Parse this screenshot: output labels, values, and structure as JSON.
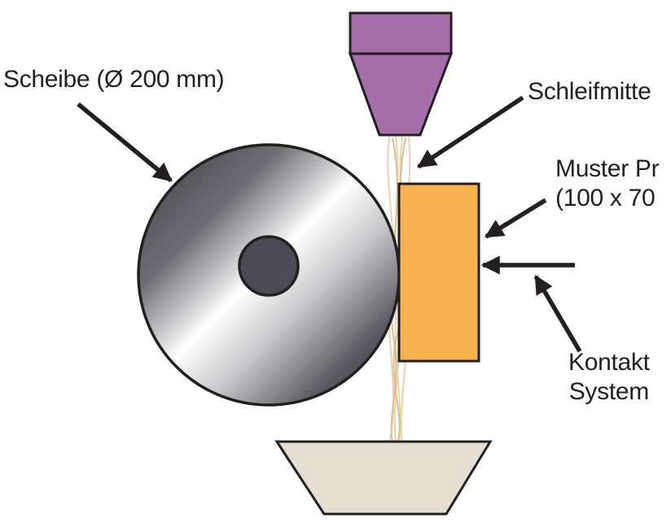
{
  "labels": {
    "disc": "Scheibe (Ø 200 mm)",
    "abrasive": "Schleifmitte",
    "sample_line1": "Muster Pr",
    "sample_line2": "(100 x 70",
    "contact_line1": "Kontakt",
    "contact_line2": "System"
  },
  "colors": {
    "hopper": "#a46ea8",
    "sample": "#f7b14f",
    "collector": "#e4dfd0",
    "disc_hub": "#4b4b55",
    "abrasive_flow": "#e8d3ac",
    "outline": "#231f20"
  }
}
